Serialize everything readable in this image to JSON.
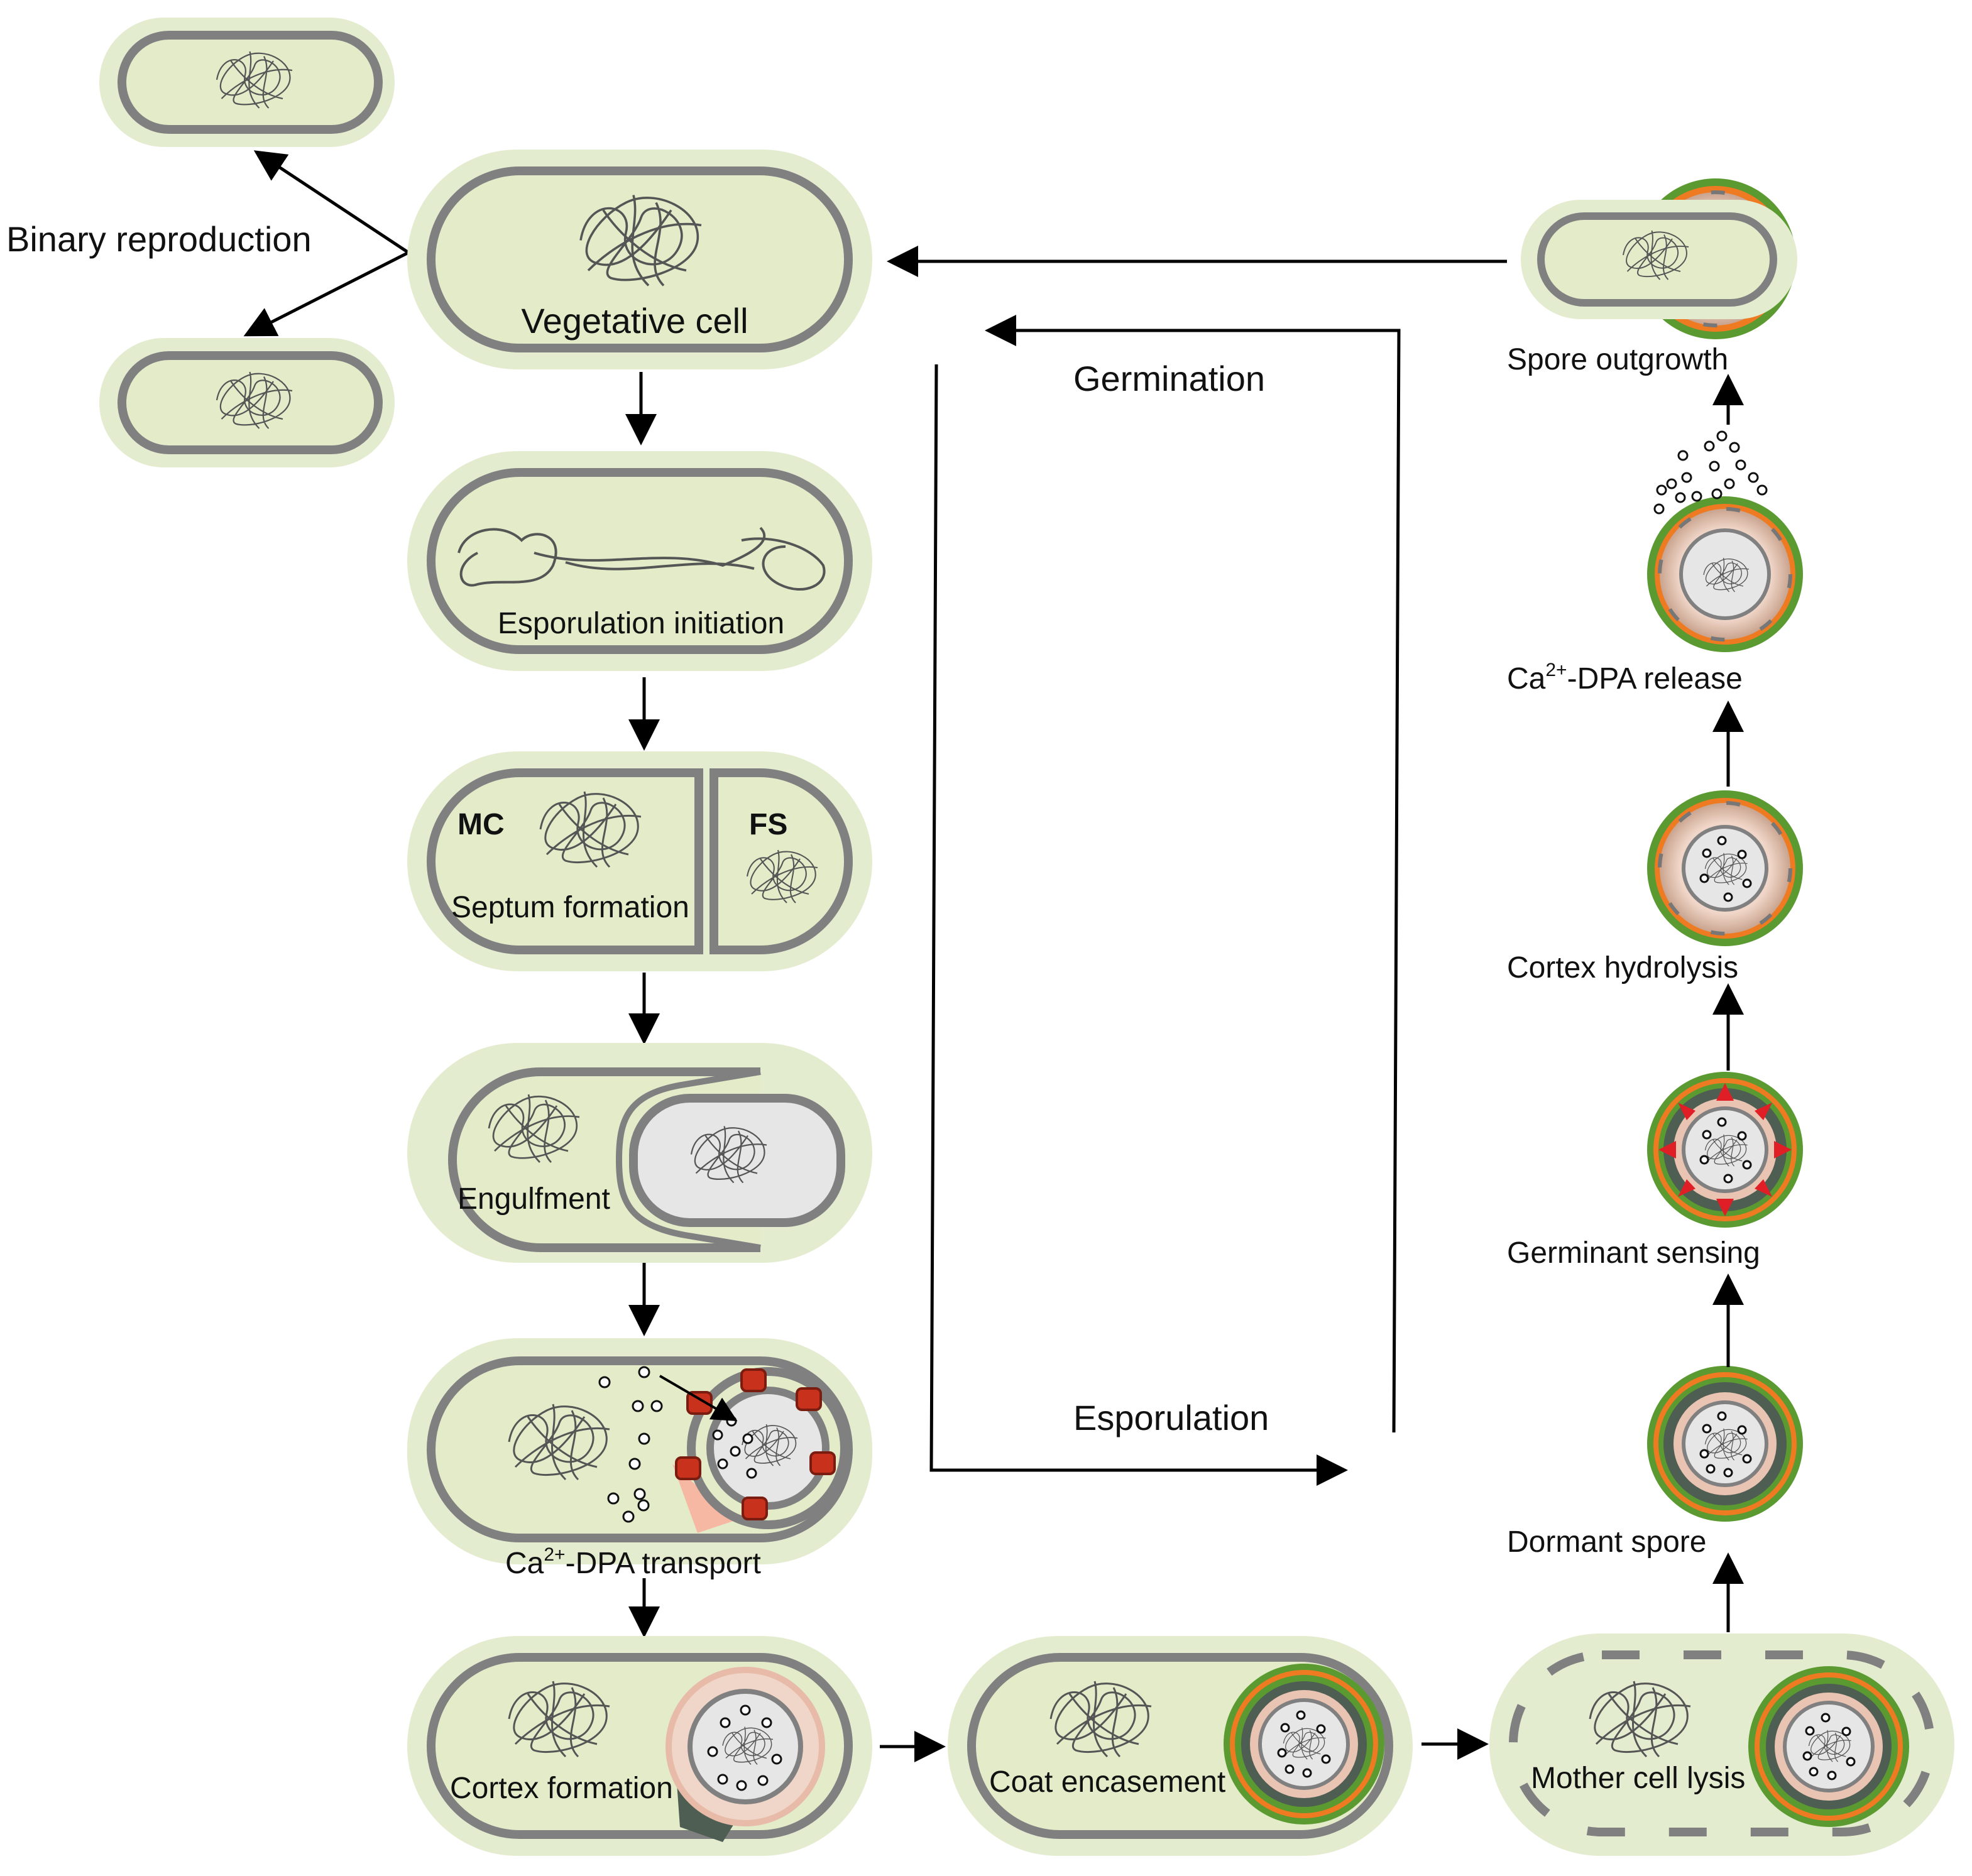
{
  "labels": {
    "binary_reproduction": "Binary reproduction",
    "vegetative_cell": "Vegetative cell",
    "esporulation_initiation": "Esporulation initiation",
    "mc": "MC",
    "fs": "FS",
    "septum_formation": "Septum formation",
    "engulfment": "Engulfment",
    "ca_dpa_transport": {
      "pre": "Ca",
      "sup": "2+",
      "post": "-DPA transport"
    },
    "cortex_formation": "Cortex formation",
    "coat_encasement": "Coat encasement",
    "mother_cell_lysis": "Mother cell lysis",
    "dormant_spore": "Dormant spore",
    "germinant_sensing": "Germinant sensing",
    "cortex_hydrolysis": "Cortex hydrolysis",
    "ca_dpa_release": {
      "pre": "Ca",
      "sup": "2+",
      "post": "-DPA release"
    },
    "spore_outgrowth": "Spore outgrowth",
    "germination": "Germination",
    "esporulation": "Esporulation"
  },
  "colors": {
    "outer_halo": "#e4ecd0",
    "cell_fill": "#e3ebc9",
    "membrane": "#808080",
    "chromosome": "#555555",
    "core_fill": "#e6e6e6",
    "cortex": "#e9c4b3",
    "coat_green": "#5b9a30",
    "coat_orange": "#ee7a22",
    "dark_coat": "#4f5e52",
    "dpa_transporter": "#c8311c",
    "germinant_receptor": "#e01e25",
    "arrow": "#000000"
  }
}
